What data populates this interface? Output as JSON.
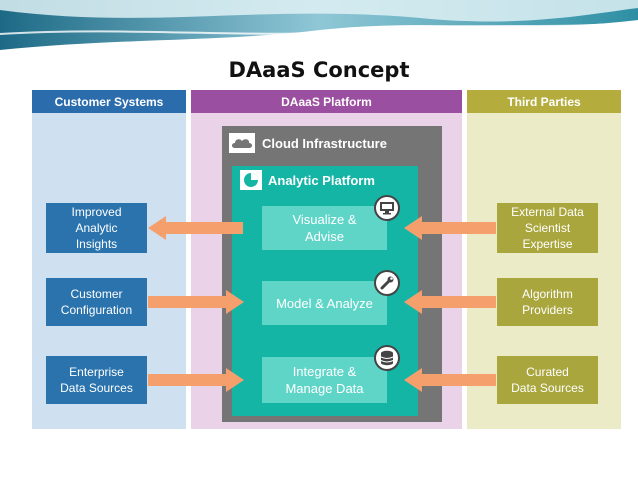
{
  "title": "DAaaS Concept",
  "columns": {
    "customer": "Customer Systems",
    "platform": "DAaaS Platform",
    "third": "Third Parties"
  },
  "cloud_label": "Cloud Infrastructure",
  "analytic_label": "Analytic Platform",
  "customer_boxes": [
    "Improved\nAnalytic\nInsights",
    "Customer\nConfiguration",
    "Enterprise\nData Sources"
  ],
  "platform_boxes": [
    "Visualize &\nAdvise",
    "Model & Analyze",
    "Integrate &\nManage Data"
  ],
  "third_boxes": [
    "External Data\nScientist\nExpertise",
    "Algorithm\nProviders",
    "Curated\nData Sources"
  ],
  "icons": [
    "monitor-icon",
    "wrench-icon",
    "database-icon",
    "cloud-icon",
    "pie-chart-icon"
  ],
  "colors": {
    "customer_header": "#2b6cad",
    "customer_bg": "#cfe1f0",
    "platform_header": "#9b4fa0",
    "platform_bg": "#ead3e9",
    "third_header": "#b4ad3d",
    "third_bg": "#ecebc7",
    "cloud_bg": "#757575",
    "analytic_bg": "#15b5a6",
    "arrow": "#f5a06c"
  }
}
